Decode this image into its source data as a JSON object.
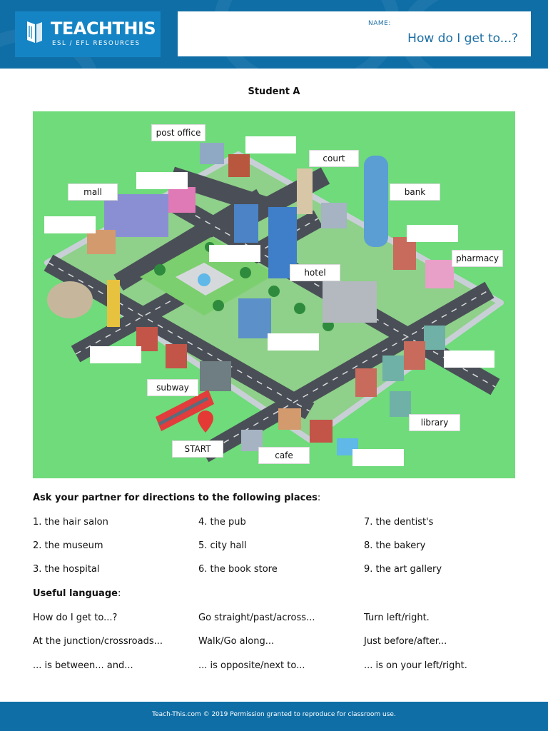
{
  "header": {
    "logo_main": "TEACHTHIS",
    "logo_sub": "ESL / EFL RESOURCES",
    "name_label": "NAME:",
    "title": "How do I get to...?"
  },
  "student": "Student A",
  "map_labels": {
    "post_office": "post office",
    "court": "court",
    "mall": "mall",
    "bank": "bank",
    "pharmacy": "pharmacy",
    "hotel": "hotel",
    "subway": "subway",
    "library": "library",
    "start": "START",
    "cafe": "cafe"
  },
  "colors": {
    "header_blue": "#0f6ea6",
    "map_green": "#6fdb7b",
    "road": "#4a4f57",
    "pin_red": "#e53935"
  },
  "directions_title": "Ask your partner for directions to the following places",
  "directions_colon": ":",
  "places": [
    [
      "1. the hair salon",
      "4. the pub",
      "7. the dentist's"
    ],
    [
      "2. the museum",
      "5. city hall",
      "8. the bakery"
    ],
    [
      "3. the hospital",
      "6. the book store",
      "9. the art gallery"
    ]
  ],
  "useful_title": "Useful language",
  "useful_colon": ":",
  "useful": [
    [
      "How do I get to...?",
      "Go straight/past/across...",
      "Turn left/right."
    ],
    [
      "At the junction/crossroads...",
      "Walk/Go along...",
      "Just before/after..."
    ],
    [
      "... is between... and...",
      "... is opposite/next to...",
      "... is on your left/right."
    ]
  ],
  "footer": "Teach-This.com © 2019 Permission granted to reproduce for classroom use."
}
